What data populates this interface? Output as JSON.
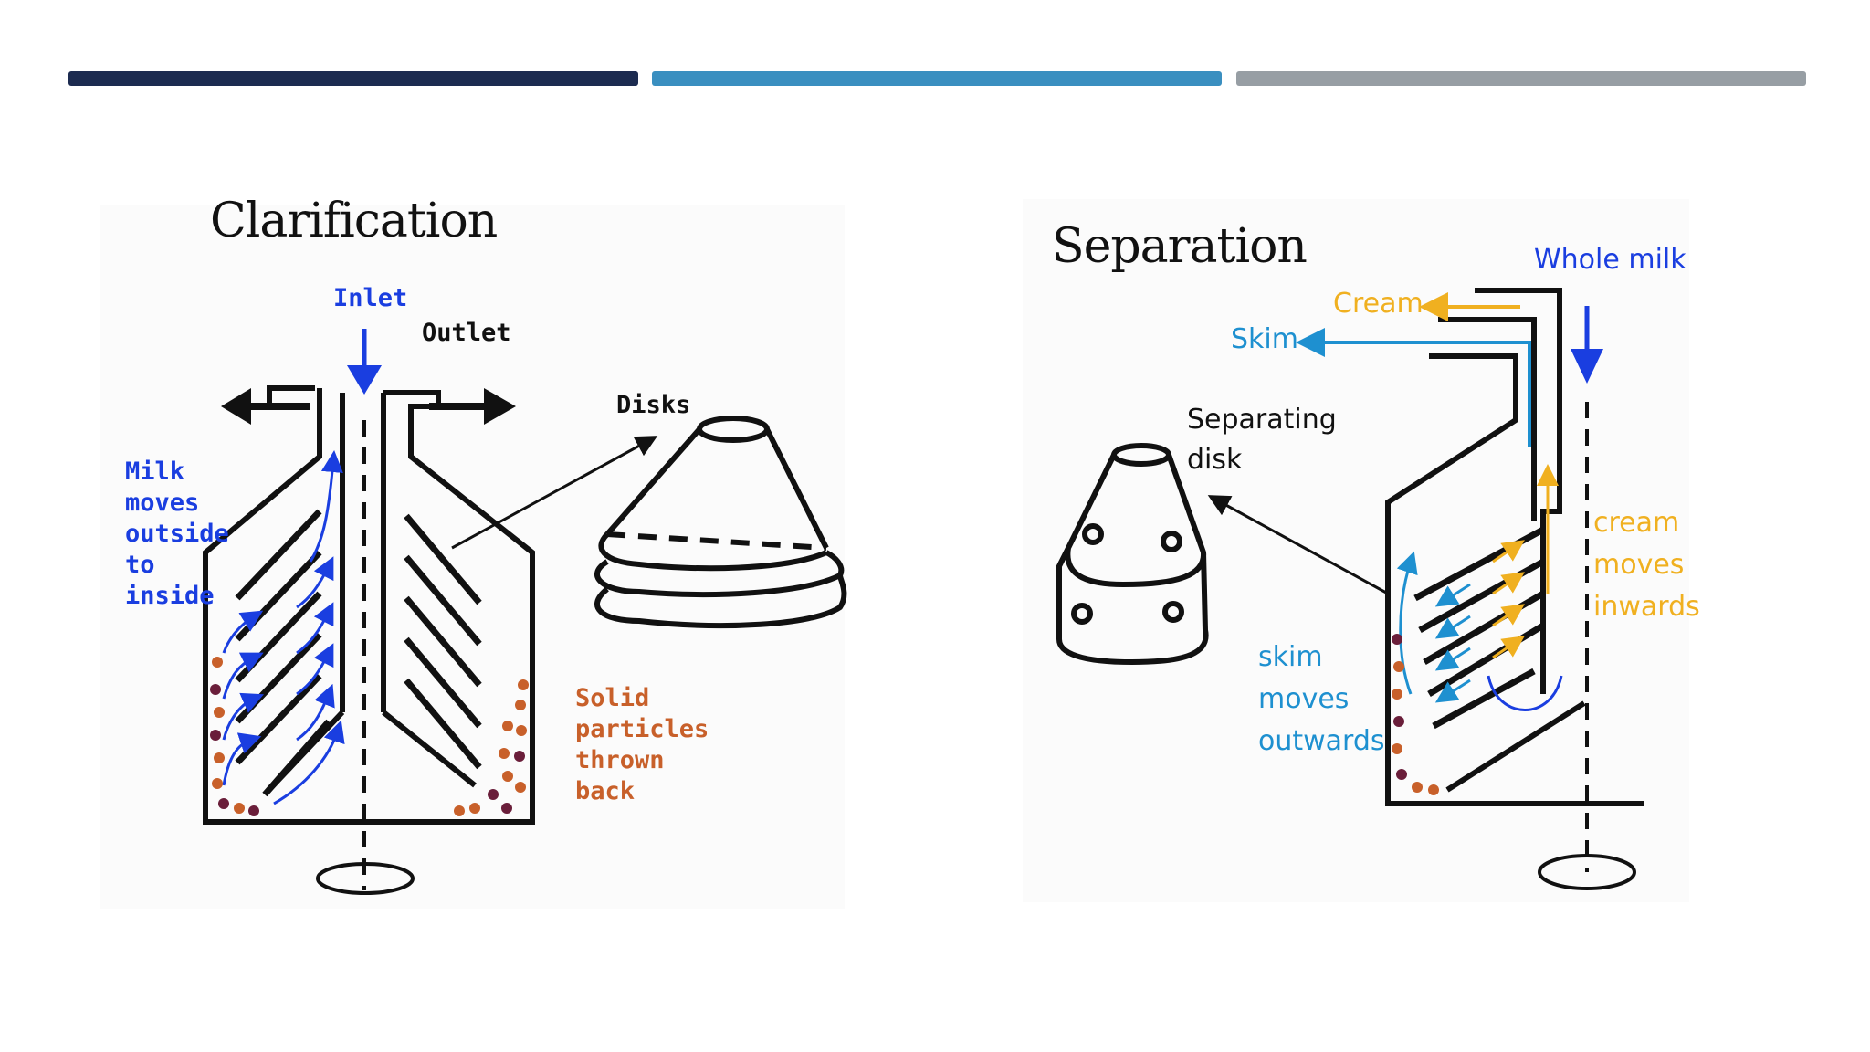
{
  "slide": {
    "colors": {
      "bar_navy": "#1c2b50",
      "bar_blue": "#3a8fc0",
      "bar_gray": "#979ea4",
      "flow_blue": "#1a3ee0",
      "solids": "#c8602a",
      "cream": "#f0b020",
      "skim": "#1e90d0"
    }
  },
  "clarification": {
    "title": "Clarification",
    "inlet": "Inlet",
    "outlet": "Outlet",
    "disks": "Disks",
    "milk_note": "Milk\nmoves\noutside\nto\ninside",
    "solids_note": "Solid\nparticles\nthrown\nback"
  },
  "separation": {
    "title": "Separation",
    "whole_milk": "Whole milk",
    "cream": "Cream",
    "skim": "Skim",
    "separating_disk": "Separating\ndisk",
    "cream_note": "cream\nmoves\ninwards",
    "skim_note": "skim\nmoves\noutwards"
  }
}
